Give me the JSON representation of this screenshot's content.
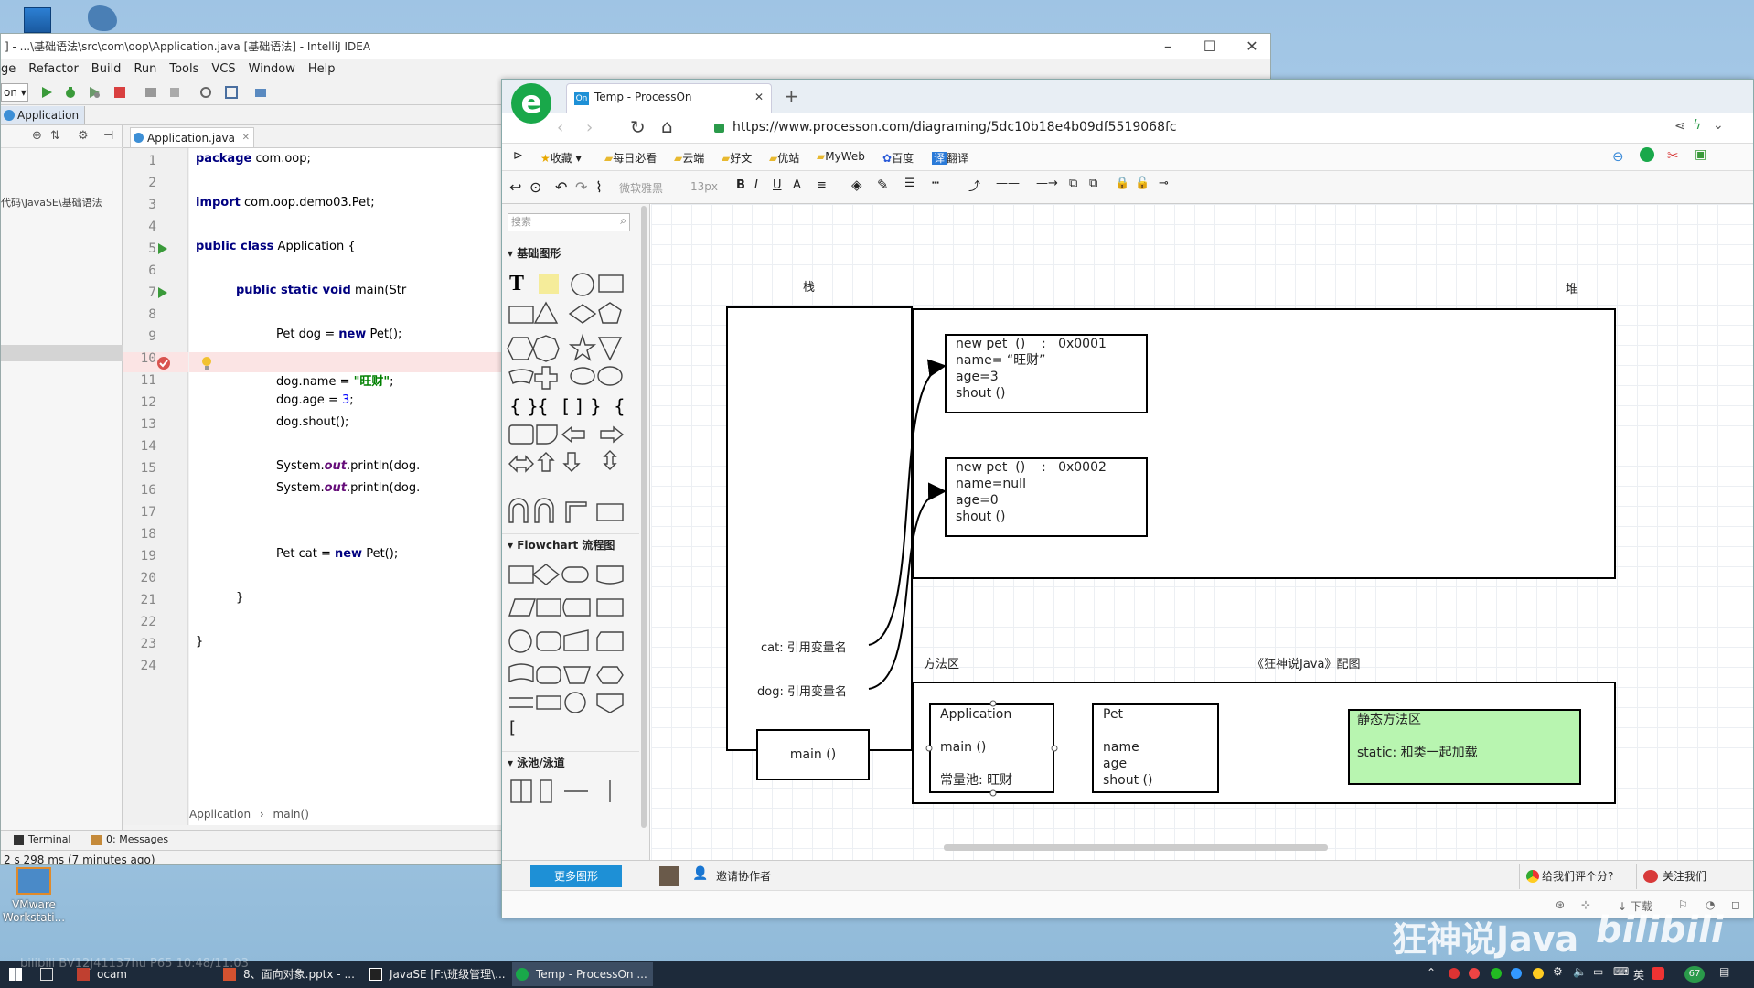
{
  "ide": {
    "title": "] - ...\\基础语法\\src\\com\\oop\\Application.java [基础语法] - IntelliJ IDEA",
    "menu": [
      "ge",
      "Refactor",
      "Build",
      "Run",
      "Tools",
      "VCS",
      "Window",
      "Help"
    ],
    "run_config": "on",
    "breadcrumb": "Application",
    "file_tab": "Application.java",
    "project_path": "代码\\JavaSE\\基础语法",
    "line_numbers": [
      "1",
      "2",
      "3",
      "4",
      "5",
      "6",
      "7",
      "8",
      "9",
      "10",
      "11",
      "12",
      "13",
      "14",
      "15",
      "16",
      "17",
      "18",
      "19",
      "20",
      "21",
      "22",
      "23",
      "24"
    ],
    "code": {
      "l1_kw": "package",
      "l1_rest": " com.oop;",
      "l3_kw": "import",
      "l3_rest": " com.oop.demo03.Pet;",
      "l5_kw": "public class",
      "l5_rest": " Application {",
      "l7_kw": "public static void",
      "l7_rest": " main(Str",
      "l9_a": "Pet dog = ",
      "l9_kw": "new",
      "l9_b": " Pet();",
      "l11_a": "dog.name = ",
      "l11_str": "\"旺财\"",
      "l11_b": ";",
      "l12_a": "dog.age = ",
      "l12_num": "3",
      "l12_b": ";",
      "l13": "dog.shout();",
      "l15_a": "System.",
      "l15_out": "out",
      "l15_b": ".println(dog.",
      "l16_a": "System.",
      "l16_out": "out",
      "l16_b": ".println(dog.",
      "l19_a": "Pet cat = ",
      "l19_kw": "new",
      "l19_b": " Pet();",
      "l21": "}",
      "l23": "}"
    },
    "editor_breadcrumb": [
      "Application",
      "main()"
    ],
    "bottom_tabs": [
      "Terminal",
      "0: Messages"
    ],
    "status": "2 s 298 ms (7 minutes ago)"
  },
  "browser": {
    "tab_title": "Temp - ProcessOn",
    "url": "https://www.processon.com/diagraming/5dc10b18e4b09df5519068fc",
    "bookmarks": [
      "收藏",
      "每日必看",
      "云端",
      "好文",
      "优站",
      "MyWeb",
      "百度",
      "翻译"
    ],
    "toolbar_font": "微软雅黑",
    "toolbar_size": "13px",
    "search_placeholder": "搜索",
    "sections": [
      "基础图形",
      "Flowchart 流程图",
      "泳池/泳道"
    ],
    "more_shapes": "更多图形",
    "invite": "邀请协作者",
    "rate": "给我们评个分?",
    "follow": "关注我们",
    "download": "下载"
  },
  "diagram": {
    "stack_label": "栈",
    "heap_label": "堆",
    "method_area_label": "方法区",
    "caption": "《狂神说Java》配图",
    "cat_ref": "cat:  引用变量名",
    "dog_ref": "dog:  引用变量名",
    "main_box": "main  ()",
    "obj1": [
      "new pet  ()    :   0x0001",
      "name= “旺财”",
      "age=3",
      "shout  ()"
    ],
    "obj2": [
      "new pet  ()    :   0x0002",
      "name=null",
      "age=0",
      "shout  ()"
    ],
    "app_class": [
      "Application",
      "main  ()",
      "常量池:  旺财"
    ],
    "pet_class": [
      "Pet",
      "name",
      "age",
      "shout  ()"
    ],
    "static_area": [
      "静态方法区",
      "static:  和类一起加载"
    ]
  },
  "desktop": {
    "vmware_label": "VMware Workstati...",
    "watermark": "狂神说Java",
    "watermark2": "bilibili",
    "overlay_code": "bilibili BV12J41137hu P65 10:48/11:03"
  },
  "taskbar": {
    "items": [
      "ocam",
      "8、面向对象.pptx - ...",
      "JavaSE [F:\\班级管理\\...",
      "Temp - ProcessOn ..."
    ],
    "lang": "英",
    "badge": "67"
  },
  "colors": {
    "accent_green": "#b8f5b0",
    "processon_blue": "#1e90d6",
    "breakpoint_red": "#d9534f"
  }
}
